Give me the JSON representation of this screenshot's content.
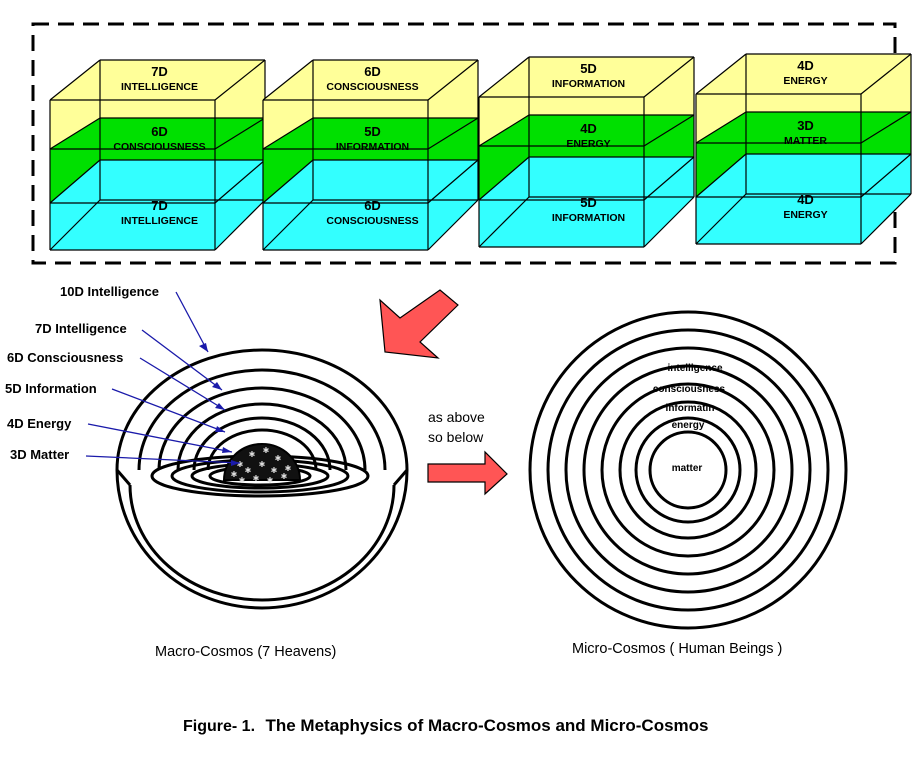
{
  "cubes": [
    {
      "top": {
        "num": "7D",
        "word": "INTELLIGENCE"
      },
      "mid": {
        "num": "6D",
        "word": "CONSCIOUSNESS"
      },
      "bot": {
        "num": "7D",
        "word": "INTELLIGENCE"
      }
    },
    {
      "top": {
        "num": "6D",
        "word": "CONSCIOUSNESS"
      },
      "mid": {
        "num": "5D",
        "word": "INFORMATION"
      },
      "bot": {
        "num": "6D",
        "word": "CONSCIOUSNESS"
      }
    },
    {
      "top": {
        "num": "5D",
        "word": "INFORMATION"
      },
      "mid": {
        "num": "4D",
        "word": "ENERGY"
      },
      "bot": {
        "num": "5D",
        "word": "INFORMATION"
      }
    },
    {
      "top": {
        "num": "4D",
        "word": "ENERGY"
      },
      "mid": {
        "num": "3D",
        "word": "MATTER"
      },
      "bot": {
        "num": "4D",
        "word": "ENERGY"
      }
    }
  ],
  "macro": {
    "labels": [
      "10D  Intelligence",
      "7D Intelligence",
      "6D Consciousness",
      "5D  Information",
      "4D  Energy",
      "3D  Matter"
    ],
    "caption": "Macro-Cosmos (7 Heavens)"
  },
  "arrow_text": {
    "line1": "as above",
    "line2": "so below"
  },
  "micro": {
    "labels": [
      "intelligence",
      "consciousness",
      "informatin",
      "energy",
      "matter"
    ],
    "caption": "Micro-Cosmos ( Human Beings )"
  },
  "figure_caption": {
    "prefix": "Figure- 1.",
    "title": "The Metaphysics of Macro-Cosmos and Micro-Cosmos"
  },
  "colors": {
    "yellow": "#ffff99",
    "green": "#00e000",
    "cyan": "#33ffff",
    "arrow": "#ff5555"
  }
}
